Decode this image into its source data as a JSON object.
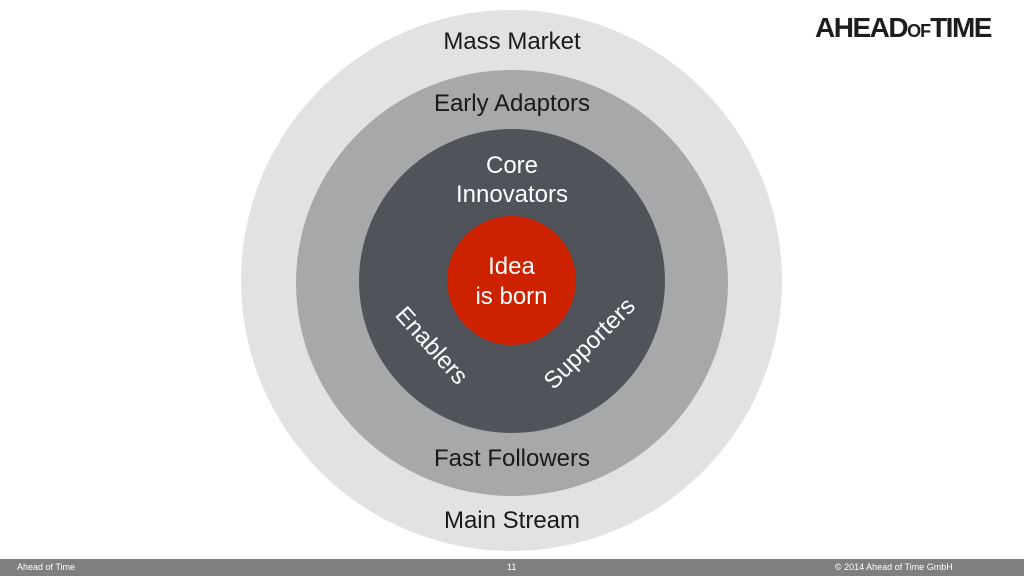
{
  "logo": {
    "part1": "AHEAD",
    "part2": "OF",
    "part3": "TIME"
  },
  "rings": {
    "outer_top": "Mass Market",
    "outer_bottom": "Main Stream",
    "second_top": "Early Adaptors",
    "second_bottom": "Fast Followers",
    "inner_title_line1": "Core",
    "inner_title_line2": "Innovators",
    "inner_left": "Enablers",
    "inner_right": "Supporters",
    "center_line1": "Idea",
    "center_line2": "is born"
  },
  "colors": {
    "outer": "#e1e2e4",
    "second": "#a7a8a9",
    "inner": "#50545a",
    "center": "#cc2200"
  },
  "footer": {
    "left": "Ahead of Time",
    "page": "11",
    "right": "© 2014 Ahead of Time GmbH"
  }
}
